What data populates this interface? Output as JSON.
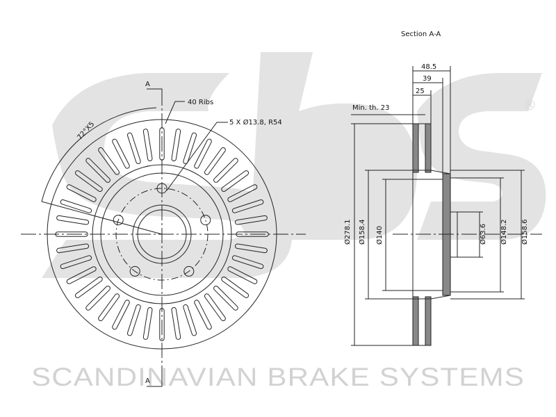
{
  "brand": {
    "logo_text": "sbs",
    "registered_mark": "®",
    "company": "SCANDINAVIAN BRAKE SYSTEMS",
    "watermark_color": "#d9d9d9"
  },
  "front_view": {
    "section_mark_top": "A",
    "section_mark_bottom": "A",
    "ribs_label": "40 Ribs",
    "holes_label": "5 X Ø13.8, R54",
    "angle_label": "72°X5",
    "bolt_holes": 5,
    "ribs": 40
  },
  "section_view": {
    "title": "Section A-A",
    "min_thickness": "Min. th. 23",
    "dims_top": [
      "48.5",
      "39",
      "25"
    ],
    "dims_vertical": [
      "Ø278.1",
      "Ø158.4",
      "Ø140",
      "Ø63.6",
      "Ø148.2",
      "Ø158.6"
    ]
  }
}
